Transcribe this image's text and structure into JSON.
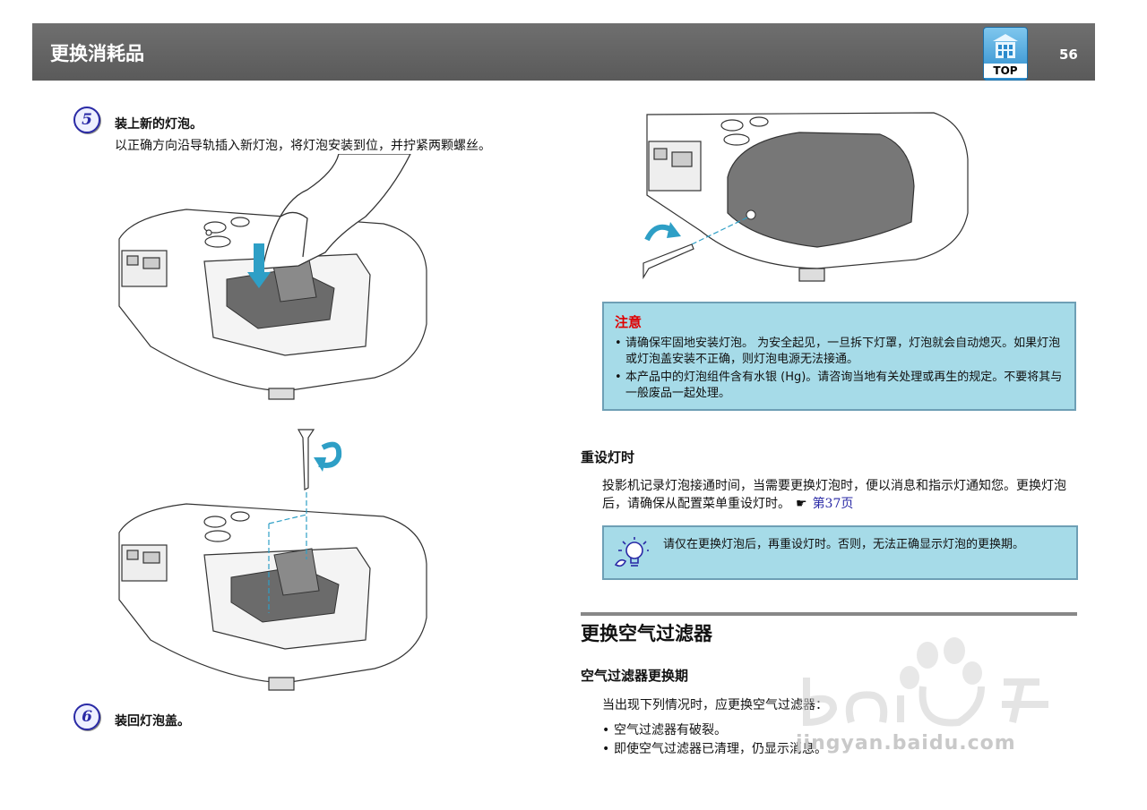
{
  "header": {
    "title": "更换消耗品",
    "top_button_label": "TOP",
    "page_number": "56"
  },
  "step5": {
    "number": "5",
    "title": "装上新的灯泡。",
    "text": "以正确方向沿导轨插入新灯泡，将灯泡安装到位，并拧紧两颗螺丝。"
  },
  "step6": {
    "number": "6",
    "title": "装回灯泡盖。"
  },
  "caution": {
    "title": "注意",
    "items": [
      "请确保牢固地安装灯泡。 为安全起见，一旦拆下灯罩，灯泡就会自动熄灭。如果灯泡或灯泡盖安装不正确，则灯泡电源无法接通。",
      "本产品中的灯泡组件含有水银 (Hg)。请咨询当地有关处理或再生的规定。不要将其与一般废品一起处理。"
    ]
  },
  "reset_section": {
    "heading": "重设灯时",
    "text": "投影机记录灯泡接通时间，当需要更换灯泡时，便以消息和指示灯通知您。更换灯泡后，请确保从配置菜单重设灯时。",
    "ref_symbol": "☛",
    "ref_link": "第37页"
  },
  "tip": {
    "icon": "lightbulb-tip-icon",
    "text": "请仅在更换灯泡后，再重设灯时。否则，无法正确显示灯泡的更换期。"
  },
  "filter_section": {
    "heading": "更换空气过滤器",
    "subheading": "空气过滤器更换期",
    "intro": "当出现下列情况时，应更换空气过滤器：",
    "bullets": [
      "空气过滤器有破裂。",
      "即使空气过滤器已清理，仍显示消息。"
    ]
  },
  "watermark": {
    "text": "jingyan.baidu.com"
  },
  "colors": {
    "header_bg": "#646464",
    "note_bg": "#a6dbe8",
    "caution_title": "#e00000",
    "link": "#2a2aa6"
  }
}
